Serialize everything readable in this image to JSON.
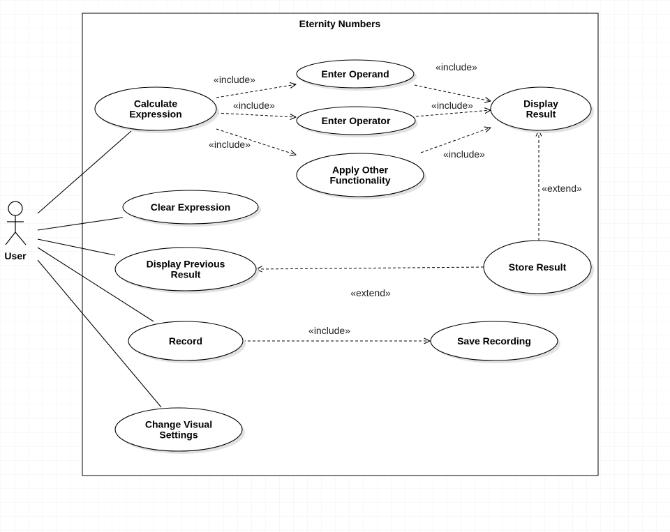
{
  "system": {
    "title": "Eternity Numbers"
  },
  "actor": {
    "label": "User"
  },
  "use_cases": {
    "calculate_expression": [
      "Calculate",
      "Expression"
    ],
    "enter_operand": [
      "Enter Operand"
    ],
    "enter_operator": [
      "Enter Operator"
    ],
    "apply_other_functionality": [
      "Apply Other",
      "Functionality"
    ],
    "display_result": [
      "Display",
      "Result"
    ],
    "clear_expression": [
      "Clear Expression"
    ],
    "display_previous_result": [
      "Display Previous",
      "Result"
    ],
    "store_result": [
      "Store Result"
    ],
    "record": [
      "Record"
    ],
    "save_recording": [
      "Save Recording"
    ],
    "change_visual_settings": [
      "Change Visual",
      "Settings"
    ]
  },
  "relationships": {
    "include_label": "«include»",
    "extend_label": "«extend»"
  },
  "colors": {
    "grid": "#ececec",
    "stroke": "#000000",
    "shadow": "#e2e2e2",
    "fill": "#ffffff"
  }
}
